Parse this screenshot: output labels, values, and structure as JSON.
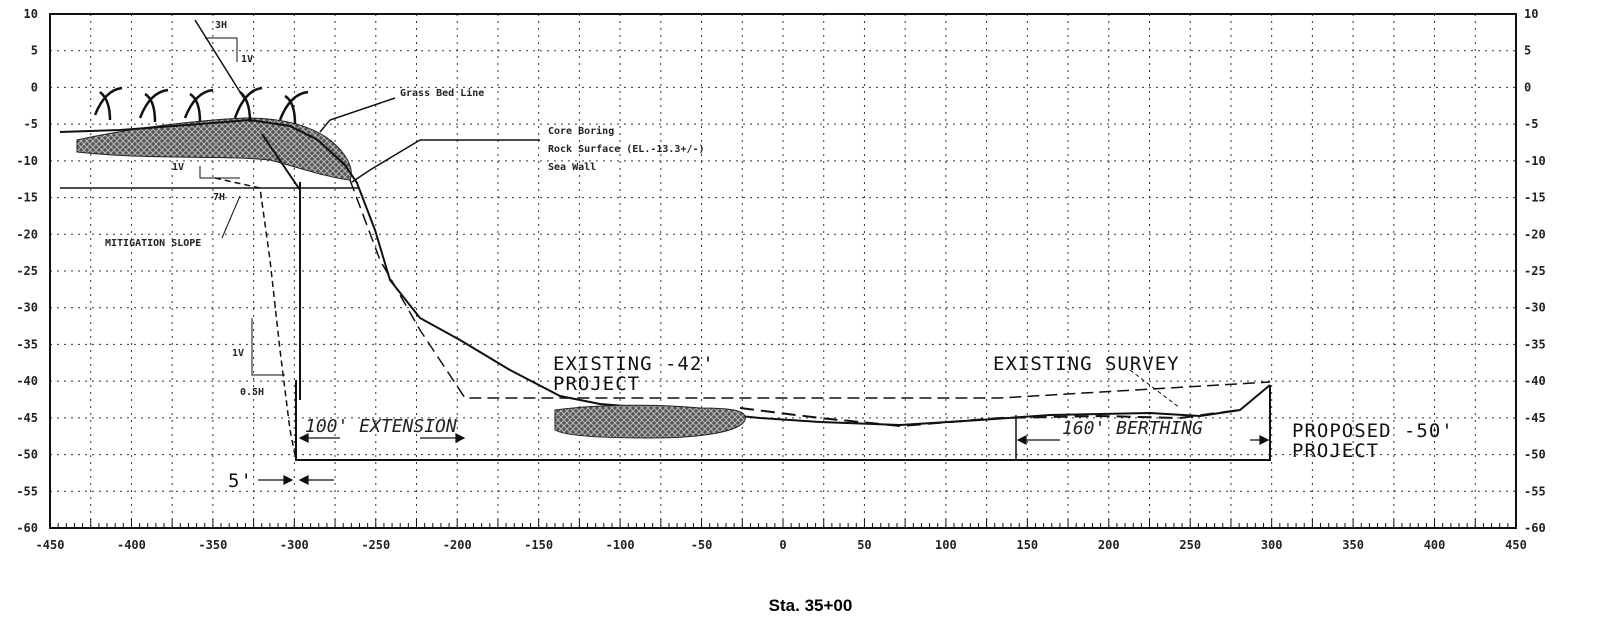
{
  "x_axis": {
    "caption": "Sta. 35+00",
    "ticks": [
      "-450",
      "-400",
      "-350",
      "-300",
      "-250",
      "-200",
      "-150",
      "-100",
      "-50",
      "0",
      "50",
      "100",
      "150",
      "200",
      "250",
      "300",
      "350",
      "400",
      "450"
    ]
  },
  "y_axis": {
    "ticks": [
      "10",
      "5",
      "0",
      "-5",
      "-10",
      "-15",
      "-20",
      "-25",
      "-30",
      "-35",
      "-40",
      "-45",
      "-50",
      "-55",
      "-60"
    ]
  },
  "labels": {
    "slope_top": "3H",
    "slope_top_v": "1V",
    "grass_line": "Grass Bed Line",
    "core_boring_1": "Core Boring",
    "core_boring_2": "Rock Surface (EL.-13.3+/-)",
    "core_boring_3": "Sea Wall",
    "slope_left_v": "1V",
    "slope_left_h": "7H",
    "mitigation": "MITIGATION SLOPE",
    "lower_v": "1V",
    "lower_h": "0.5H",
    "existing_project_1": "EXISTING -42'",
    "existing_project_2": "PROJECT",
    "existing_survey": "EXISTING SURVEY",
    "extension": "100' EXTENSION",
    "berthing": "160' BERTHING",
    "proposed_1": "PROPOSED -50'",
    "proposed_2": "PROJECT",
    "five_ft": "5'"
  }
}
